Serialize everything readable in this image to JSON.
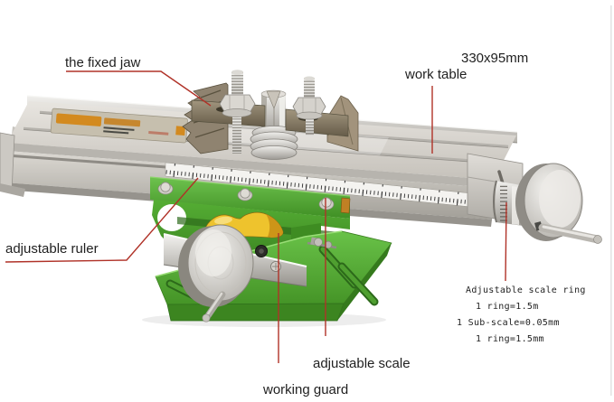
{
  "page": {
    "background": "#ffffff"
  },
  "colors": {
    "page-bg": "#ffffff",
    "annotation-red": "#b03228",
    "machine-green": "#55ad35",
    "machine-green-dark": "#3c8520",
    "guard-yellow": "#eec32d",
    "aluminum-light": "#e6e3de",
    "aluminum-dark": "#9c9993",
    "brand-orange": "#d38a1f",
    "label-text": "#1f1f1f"
  },
  "annotations": {
    "fixed_jaw": {
      "label": "the fixed jaw"
    },
    "work_table_size": {
      "label": "330x95mm"
    },
    "work_table": {
      "label": "work table"
    },
    "adjustable_ruler": {
      "label": "adjustable ruler"
    },
    "scale_ring": {
      "title": "Adjustable scale ring",
      "line1": "1 ring=1.5m",
      "line2": "1 Sub-scale=0.05mm",
      "line3": "1 ring=1.5mm"
    },
    "adjustable_scale": {
      "label": "adjustable scale"
    },
    "working_guard": {
      "label": "working guard"
    }
  }
}
